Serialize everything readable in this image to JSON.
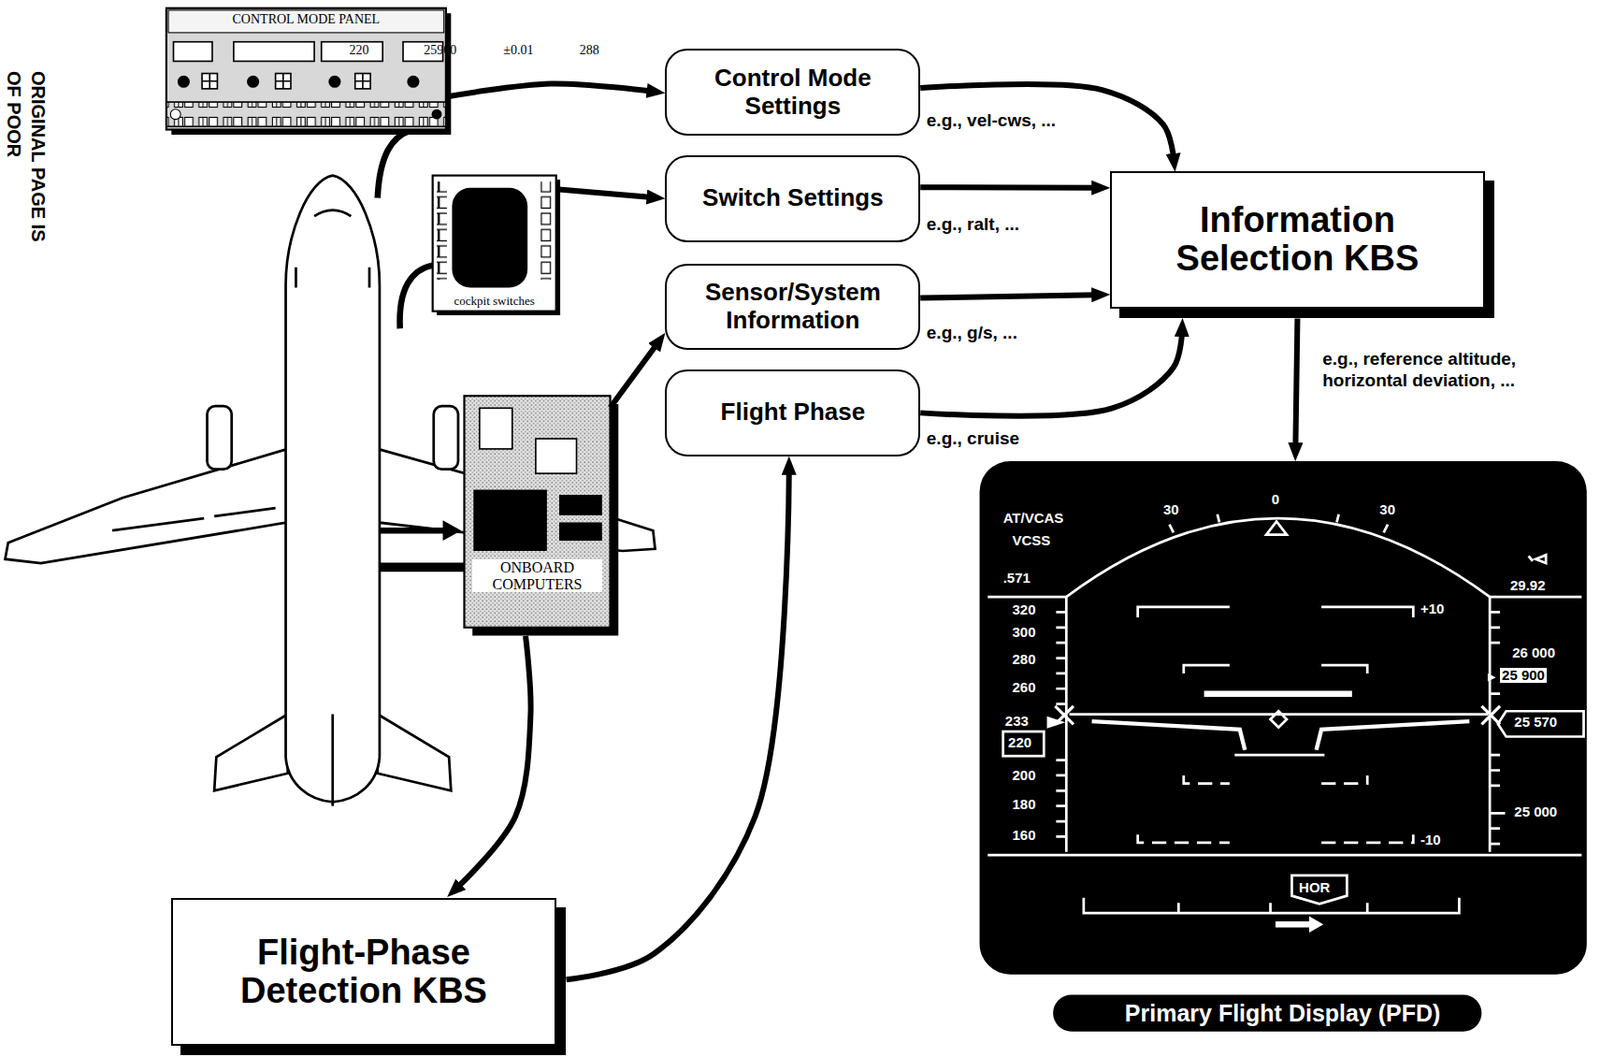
{
  "diagram": {
    "nodes": [
      {
        "text": [
          "CONTROL MODE PANEL",
          "220",
          "25900",
          "±0.01",
          "288"
        ]
      },
      {
        "text": [
          "Control Mode Settings"
        ]
      },
      {
        "text": [
          "cockpit switches"
        ]
      },
      {
        "text": [
          "Switch Settings"
        ]
      },
      {
        "text": [
          "Sensor/System Information"
        ]
      },
      {
        "text": [
          "Information Selection KBS"
        ]
      },
      {
        "text": [
          "ONBOARD COMPUTERS"
        ]
      },
      {
        "text": [
          "Flight Phase"
        ]
      },
      {
        "text": [
          "Primary Flight Display (PFD)"
        ]
      },
      {
        "text": [
          "Flight-Phase Detection KBS"
        ]
      }
    ],
    "edges": [
      {
        "from": 0,
        "to": 1,
        "arrow": "to"
      },
      {
        "from": 2,
        "to": 3,
        "arrow": "to"
      },
      {
        "from": 6,
        "to": 4,
        "arrow": "to"
      },
      {
        "from": 6,
        "to": 9,
        "arrow": "to"
      },
      {
        "from": 9,
        "to": 7,
        "arrow": "to"
      },
      {
        "from": 1,
        "to": 5,
        "label": "e.g., vel-cws, ...",
        "arrow": "to"
      },
      {
        "from": 3,
        "to": 5,
        "label": "e.g., ralt, ...",
        "arrow": "to"
      },
      {
        "from": 4,
        "to": 5,
        "label": "e.g., g/s, ...",
        "arrow": "to"
      },
      {
        "from": 7,
        "to": 5,
        "label": "e.g., cruise",
        "arrow": "to"
      },
      {
        "from": 5,
        "to": 8,
        "label": "e.g., reference altitude, horizontal deviation, ...",
        "arrow": "to"
      }
    ],
    "labels": [
      "ORIGINAL PAGE IS",
      "OF POOR",
      "AT/VCAS",
      "VCSS",
      ".571",
      "30",
      "0",
      "30",
      "29.92",
      "+10",
      "-10",
      "320",
      "300",
      "280",
      "260",
      "233",
      "220",
      "200",
      "180",
      "160",
      "26 000",
      "25 900",
      "25 570",
      "25 000",
      "HOR"
    ]
  }
}
